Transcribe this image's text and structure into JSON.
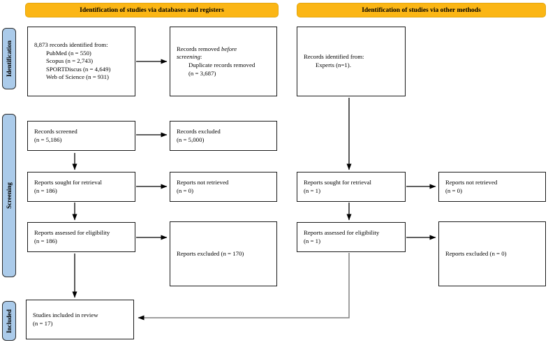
{
  "headers": {
    "databases": "Identification of studies via databases and registers",
    "other": "Identification of studies via other methods"
  },
  "stages": {
    "identification": "Identification",
    "screening": "Screening",
    "included": "Included"
  },
  "colors": {
    "banner_bg": "#FBB615",
    "banner_border": "#E2A60E",
    "stage_bg": "#ABCBEA",
    "arrow": "#000000",
    "elbow_arrow": "#808080"
  },
  "boxes": {
    "db_records_identified": {
      "title": "8,873 records identified from:",
      "sources": [
        "PubMed (n = 550)",
        "Scopus (n = 2,743)",
        "SPORTDiscus (n = 4,649)",
        "Web of Science (n = 931)"
      ]
    },
    "records_removed": {
      "line1_normal": "Records removed",
      "line1_italic": "before",
      "line2_italic": "screening",
      "line2_normal": ":",
      "detail_line1": "Duplicate records removed",
      "detail_line2": "(n = 3,687)"
    },
    "other_records_identified": {
      "title": "Records identified from:",
      "detail": "Experts (n=1)."
    },
    "records_screened": {
      "line1": "Records screened",
      "line2": "(n = 5,186)"
    },
    "records_excluded": {
      "line1": "Records excluded",
      "line2": "(n = 5,000)"
    },
    "reports_sought_db": {
      "line1": "Reports sought for retrieval",
      "line2": "(n = 186)"
    },
    "reports_not_retrieved_db": {
      "line1": "Reports not retrieved",
      "line2": "(n = 0)"
    },
    "reports_sought_other": {
      "line1": "Reports sought for retrieval",
      "line2": "(n = 1)"
    },
    "reports_not_retrieved_other": {
      "line1": "Reports not retrieved",
      "line2": "(n = 0)"
    },
    "reports_assessed_db": {
      "line1": "Reports assessed for eligibility",
      "line2": "(n = 186)"
    },
    "reports_excluded_db": {
      "line1": "Reports excluded (n = 170)"
    },
    "reports_assessed_other": {
      "line1": "Reports assessed for eligibility",
      "line2": "(n = 1)"
    },
    "reports_excluded_other": {
      "line1": "Reports excluded (n = 0)"
    },
    "studies_included": {
      "line1": "Studies included in review",
      "line2": "(n = 17)"
    }
  }
}
